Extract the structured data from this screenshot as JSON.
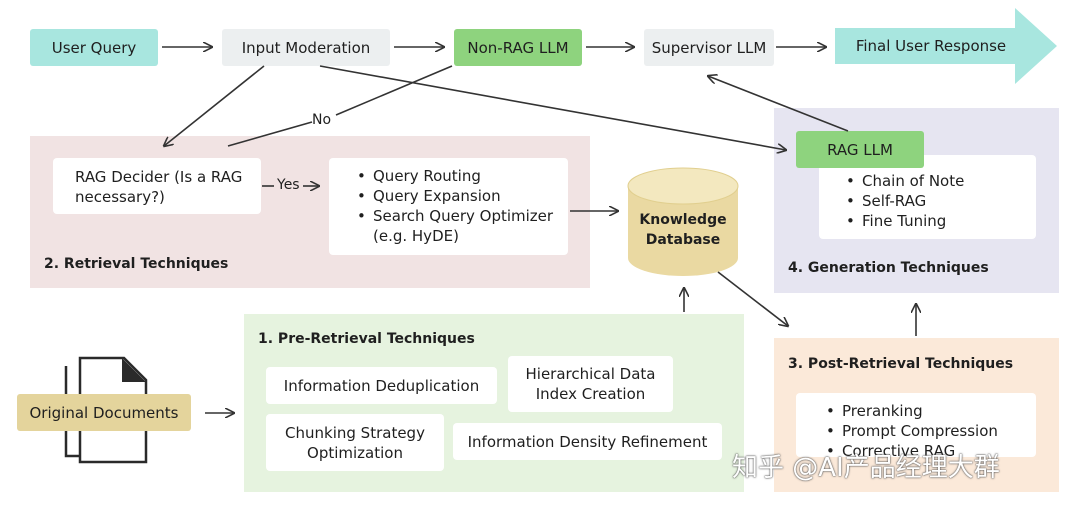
{
  "top_flow": {
    "user_query": "User Query",
    "input_moderation": "Input Moderation",
    "non_rag_llm": "Non-RAG LLM",
    "supervisor_llm": "Supervisor LLM",
    "final_response": "Final User Response",
    "no_label": "No"
  },
  "retrieval": {
    "title": "2. Retrieval Techniques",
    "decider_line1": "RAG Decider (Is a RAG",
    "decider_line2": "necessary?)",
    "yes_label": "Yes",
    "items": [
      "Query Routing",
      "Query Expansion",
      "Search Query Optimizer"
    ],
    "items_extra": "(e.g. HyDE)"
  },
  "knowledge_db": {
    "line1": "Knowledge",
    "line2": "Database"
  },
  "generation": {
    "title": "4. Generation Techniques",
    "rag_llm": "RAG LLM",
    "items": [
      "Chain of Note",
      "Self-RAG",
      "Fine Tuning"
    ]
  },
  "pre_retrieval": {
    "title": "1. Pre-Retrieval Techniques",
    "dedup": "Information Deduplication",
    "hier_line1": "Hierarchical Data",
    "hier_line2": "Index Creation",
    "chunk_line1": "Chunking Strategy",
    "chunk_line2": "Optimization",
    "density": "Information Density Refinement"
  },
  "documents": {
    "label": "Original Documents",
    "icon": "documents-icon"
  },
  "post_retrieval": {
    "title": "3. Post-Retrieval Techniques",
    "items": [
      "Preranking",
      "Prompt Compression",
      "Corrective RAG"
    ]
  },
  "watermark": "知乎 @AI产品经理大群",
  "colors": {
    "teal": "#a8e6df",
    "green": "#8ed37e",
    "gray_node": "#eceff0",
    "retrieval_bg": "#f1e3e3",
    "generation_bg": "#e6e5f1",
    "pre_bg": "#e6f3df",
    "post_bg": "#fbe9d9",
    "db_fill": "#ead9a2",
    "doc_label": "#e4d49c"
  }
}
